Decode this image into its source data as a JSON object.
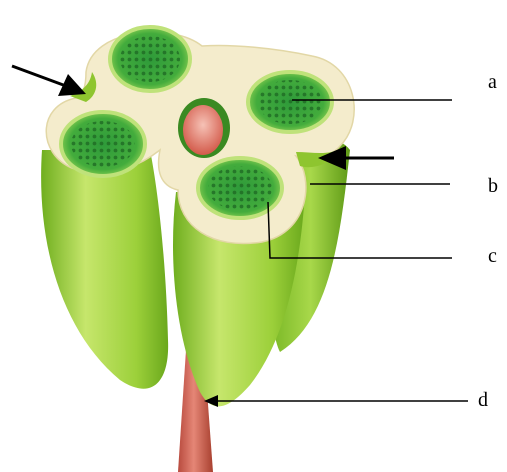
{
  "labels": {
    "a": "a",
    "b": "b",
    "c": "c",
    "d": "d"
  },
  "colors": {
    "outer_green": "#8ec52f",
    "light_green": "#c4e56a",
    "pith_cream": "#f4eccc",
    "bundle_green": "#3fa83a",
    "stalk_red": "#d96a5a",
    "stroke": "#000000"
  }
}
